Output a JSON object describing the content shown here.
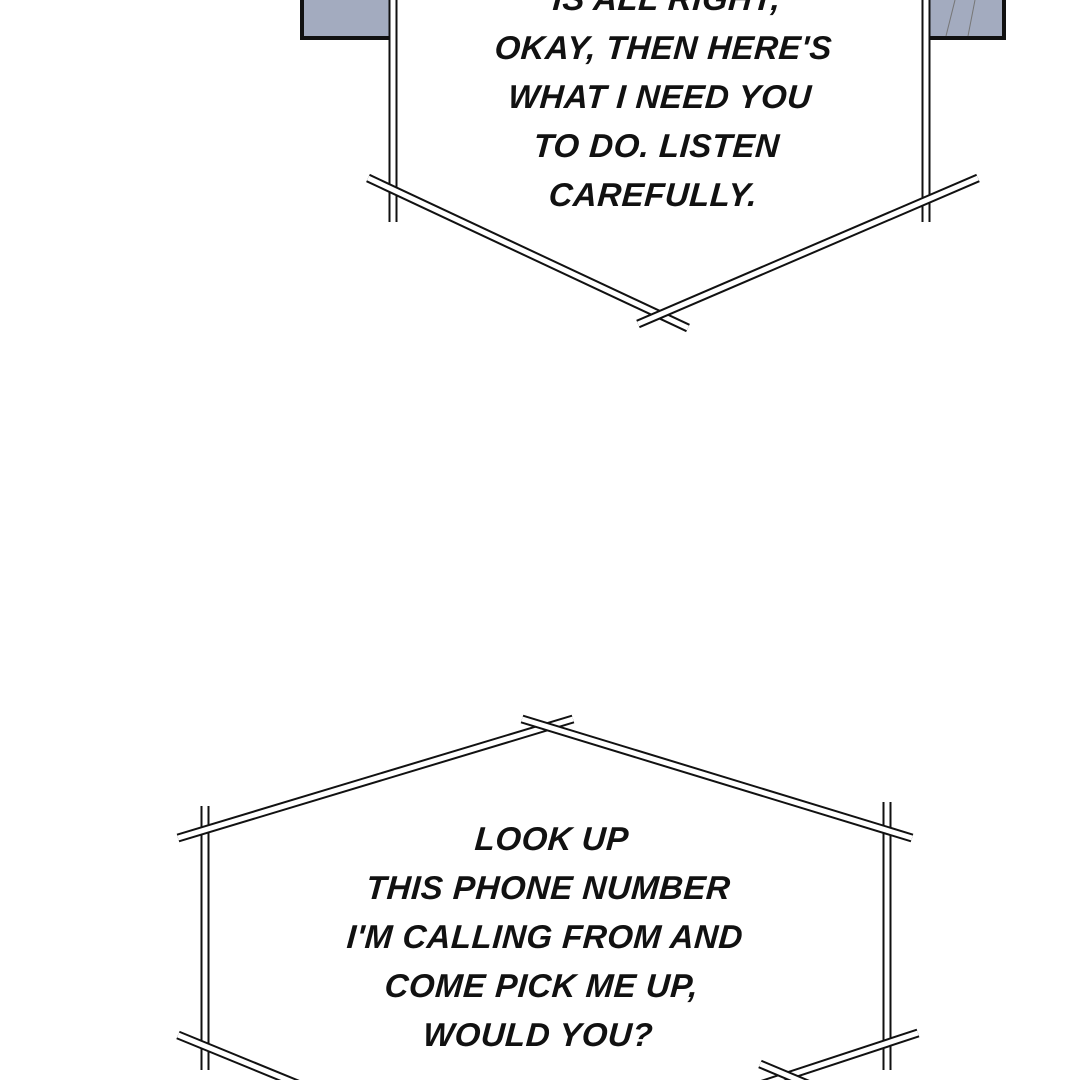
{
  "panel": {
    "panel_color": "#a3abbf",
    "border_color": "#111111"
  },
  "top_bubble": {
    "lines": [
      "IS ALL RIGHT,",
      "OKAY, THEN HERE'S",
      "WHAT I NEED YOU",
      "TO DO. LISTEN",
      "CAREFULLY."
    ]
  },
  "bottom_bubble": {
    "lines": [
      "LOOK UP",
      "THIS PHONE NUMBER",
      "I'M CALLING FROM AND",
      "COME PICK ME UP,",
      "WOULD YOU?"
    ]
  }
}
